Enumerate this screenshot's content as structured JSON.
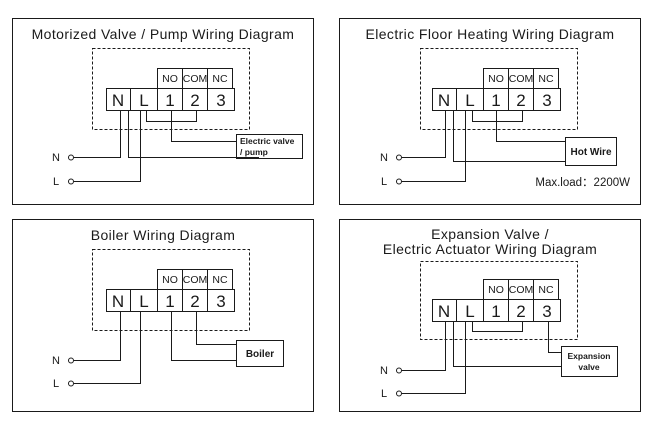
{
  "panels": [
    {
      "title_lines": [
        "Motorized Valve / Pump Wiring Diagram"
      ],
      "terminal_headers": [
        "NO",
        "COM",
        "NC"
      ],
      "terminals": [
        "N",
        "L",
        "1",
        "2",
        "3"
      ],
      "supply_labels": [
        "N",
        "L"
      ],
      "device_lines": [
        "Electric valve",
        "/ pump"
      ]
    },
    {
      "title_lines": [
        "Electric Floor Heating Wiring Diagram"
      ],
      "terminal_headers": [
        "NO",
        "COM",
        "NC"
      ],
      "terminals": [
        "N",
        "L",
        "1",
        "2",
        "3"
      ],
      "supply_labels": [
        "N",
        "L"
      ],
      "device_lines": [
        "Hot Wire"
      ],
      "note": "Max.load：2200W"
    },
    {
      "title_lines": [
        "Boiler Wiring Diagram"
      ],
      "terminal_headers": [
        "NO",
        "COM",
        "NC"
      ],
      "terminals": [
        "N",
        "L",
        "1",
        "2",
        "3"
      ],
      "supply_labels": [
        "N",
        "L"
      ],
      "device_lines": [
        "Boiler"
      ]
    },
    {
      "title_lines": [
        "Expansion Valve /",
        "Electric Actuator Wiring Diagram"
      ],
      "terminal_headers": [
        "NO",
        "COM",
        "NC"
      ],
      "terminals": [
        "N",
        "L",
        "1",
        "2",
        "3"
      ],
      "supply_labels": [
        "N",
        "L"
      ],
      "device_lines": [
        "Expansion",
        "valve"
      ]
    }
  ],
  "colors": {
    "line": "#1a1a1a",
    "background": "#ffffff"
  }
}
